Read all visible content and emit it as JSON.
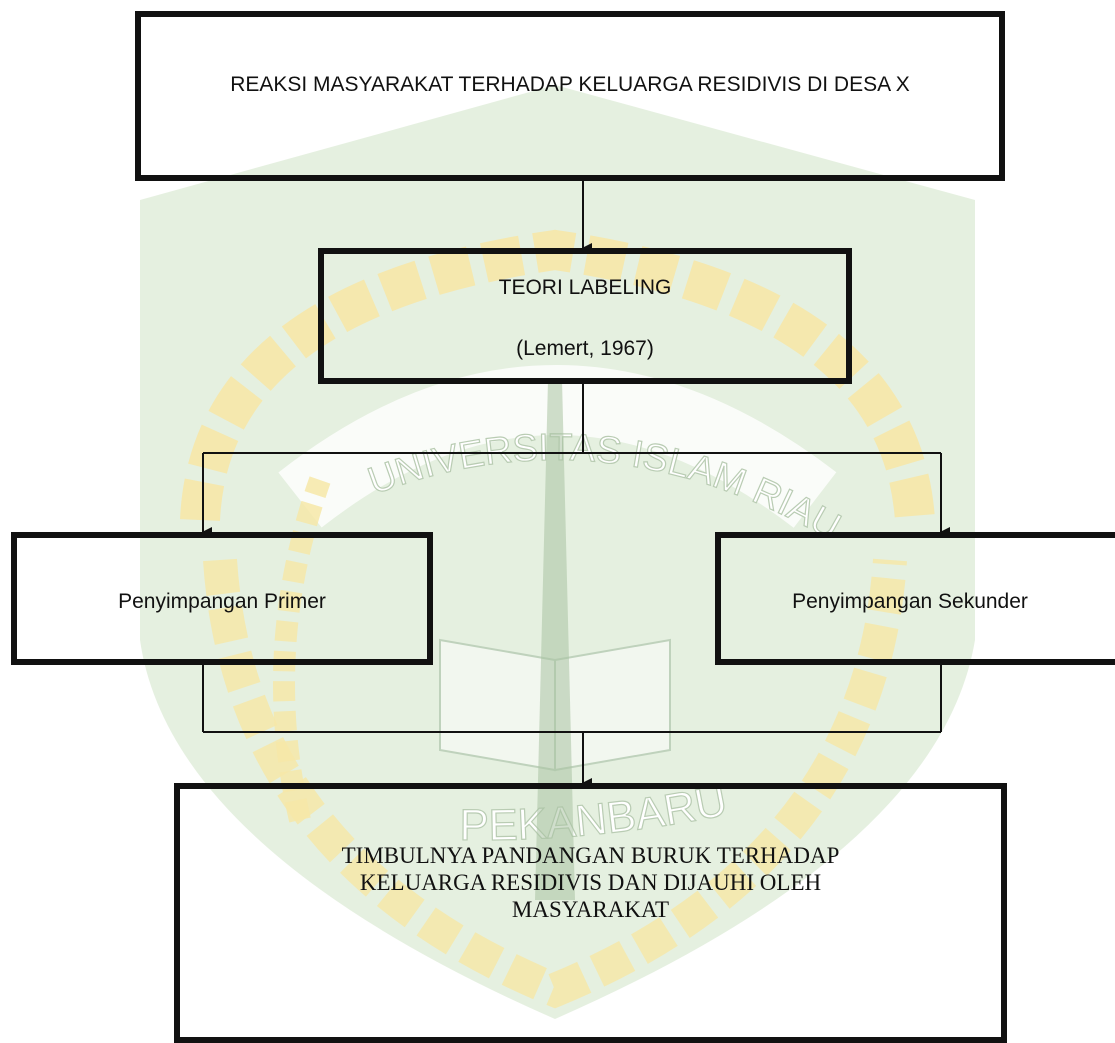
{
  "diagram": {
    "top_box": {
      "text": "REAKSI MASYARAKAT TERHADAP KELUARGA RESIDIVIS DI DESA X"
    },
    "theory_box": {
      "title": "TEORI LABELING",
      "citation": "(Lemert, 1967)"
    },
    "left_box": {
      "text": "Penyimpangan Primer"
    },
    "right_box": {
      "text": "Penyimpangan Sekunder"
    },
    "result_box": {
      "lines": [
        "TIMBULNYA PANDANGAN BURUK  TERHADAP",
        "KELUARGA RESIDIVIS DAN DIJAUHI OLEH",
        "MASYARAKAT"
      ]
    }
  },
  "watermark": {
    "arc_text_top": "UNIVERSITAS ISLAM RIAU",
    "arc_text_bottom": "PEKANBARU",
    "colors": {
      "green": "#cfe3c6",
      "gold": "#f6e7a8",
      "dark": "#111111"
    }
  }
}
